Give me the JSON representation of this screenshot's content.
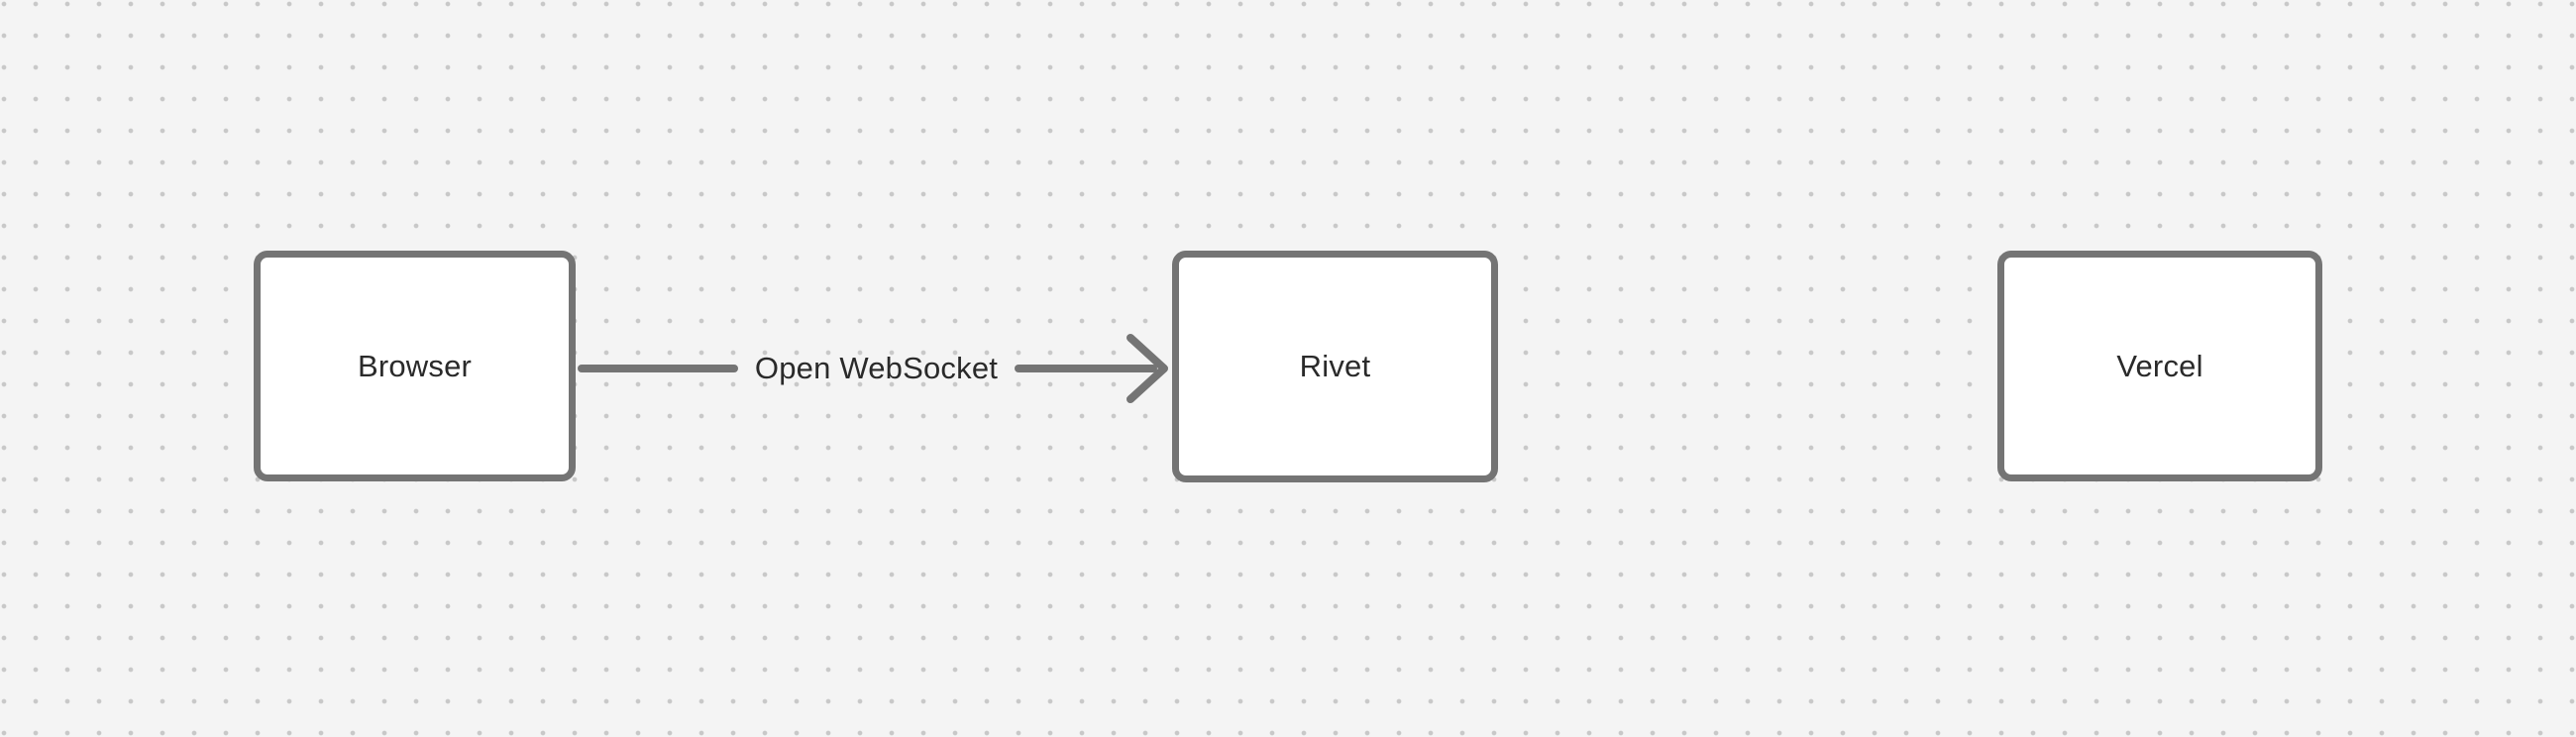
{
  "diagram": {
    "nodes": [
      {
        "id": "browser",
        "label": "Browser"
      },
      {
        "id": "rivet",
        "label": "Rivet"
      },
      {
        "id": "vercel",
        "label": "Vercel"
      }
    ],
    "edges": [
      {
        "from": "Browser",
        "to": "Rivet",
        "label": "Open WebSocket",
        "direction": "right"
      }
    ]
  },
  "colors": {
    "canvas_background": "#f4f4f4",
    "grid_dot": "#c8c8c8",
    "shape_stroke": "#747474",
    "shape_fill": "#ffffff",
    "text": "#2a2a2a"
  }
}
